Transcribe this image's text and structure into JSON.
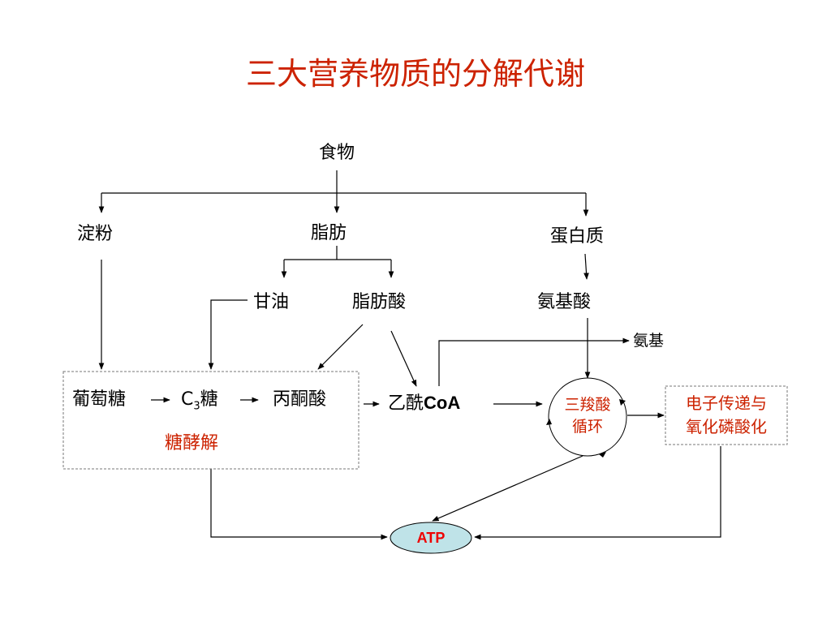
{
  "title": "三大营养物质的分解代谢",
  "nodes": {
    "food": "食物",
    "starch": "淀粉",
    "fat": "脂肪",
    "protein": "蛋白质",
    "glycerol": "甘油",
    "fatty_acid": "脂肪酸",
    "amino_acid": "氨基酸",
    "amino_group": "氨基",
    "glucose": "葡萄糖",
    "c3_sugar_prefix": "C",
    "c3_sugar_sub": "3",
    "c3_sugar_suffix": "糖",
    "pyruvate": "丙酮酸",
    "acetyl_coa_cn": "乙酰",
    "acetyl_coa_en": "CoA",
    "tca_line1": "三羧酸",
    "tca_line2": "循环",
    "etc_line1": "电子传递与",
    "etc_line2": "氧化磷酸化",
    "glycolysis": "糖酵解",
    "atp": "ATP"
  },
  "colors": {
    "title": "#cc2200",
    "highlight_text": "#cc2200",
    "atp_fill": "#bfe3e8",
    "atp_text": "#ee0000",
    "line": "#000000"
  }
}
